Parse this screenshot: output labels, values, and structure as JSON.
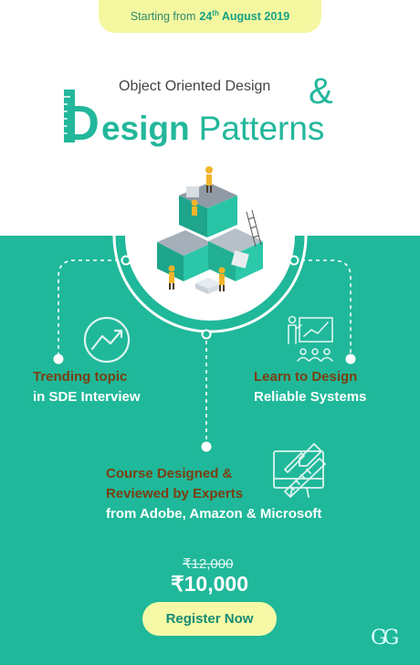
{
  "banner": {
    "start_prefix": "Starting from ",
    "start_day": "24",
    "start_suffix": "th",
    "start_rest": " August 2019"
  },
  "title": {
    "line1": "Object Oriented Design",
    "amp": "&",
    "d_letter": "D",
    "esign": "esign",
    "patterns": "Patterns"
  },
  "features": {
    "trending": {
      "line1": "Trending topic",
      "line2": "in SDE Interview"
    },
    "learn": {
      "line1": "Learn to Design",
      "line2": "Reliable Systems"
    },
    "course": {
      "line1": "Course Designed &",
      "line2_dark": "Reviewed by",
      "line2_light": " Experts",
      "line3": "from Adobe, Amazon & Microsoft"
    }
  },
  "pricing": {
    "old": "₹12,000",
    "new": "₹10,000"
  },
  "cta": {
    "register": "Register Now"
  },
  "brand": {
    "logo": "GG"
  },
  "colors": {
    "teal": "#20b89a",
    "yellow": "#f4f7a0",
    "brown": "#7a3f12"
  },
  "icons": [
    "trending-up-icon",
    "presentation-icon",
    "design-tools-icon",
    "ruler-icon",
    "puzzle-cubes-illustration"
  ]
}
